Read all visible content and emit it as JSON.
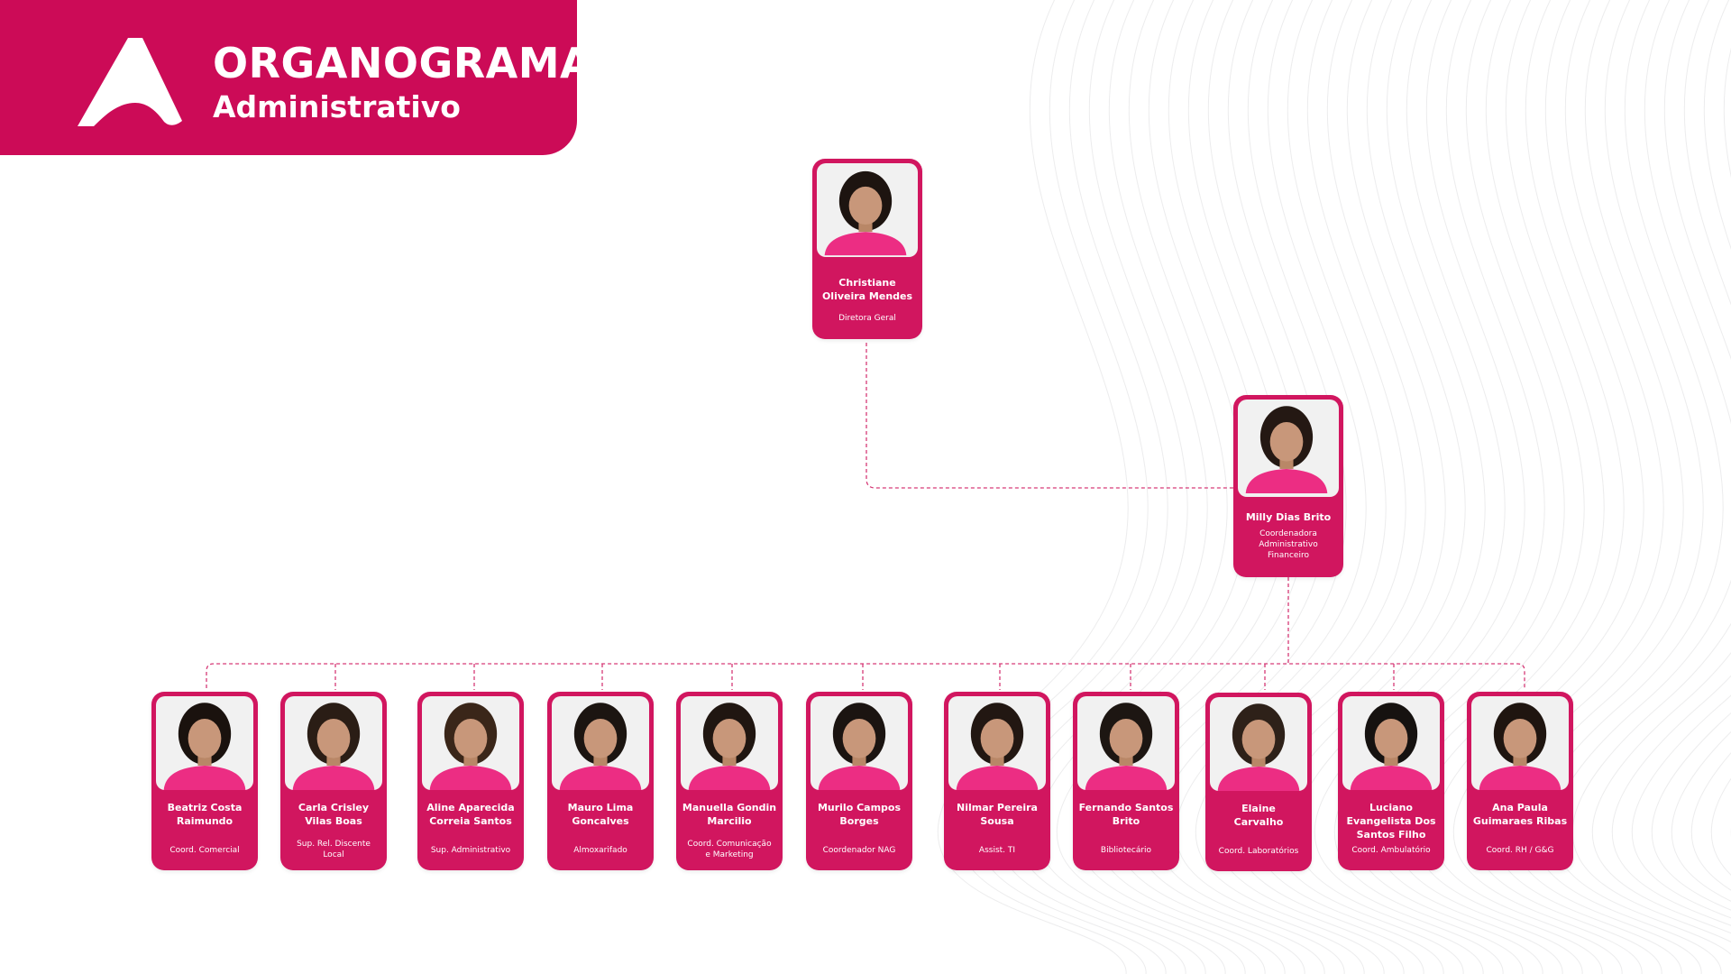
{
  "header": {
    "title": "ORGANOGRAMA",
    "subtitle": "Administrativo",
    "logo_icon": "stylized-a-logo-icon"
  },
  "colors": {
    "brand": "#cc0b57",
    "card": "#d1165f",
    "connector": "#d63a77",
    "shirt": "#ec2d83"
  },
  "director": {
    "name": "Christiane Oliveira Mendes",
    "role": "Diretora Geral"
  },
  "coordinator": {
    "name": "Milly Dias Brito",
    "role": "Coordenadora Administrativo Financeiro"
  },
  "staff": [
    {
      "name": "Beatriz Costa Raimundo",
      "role": "Coord. Comercial"
    },
    {
      "name": "Carla Crisley Vilas Boas",
      "role": "Sup. Rel. Discente Local"
    },
    {
      "name": "Aline Aparecida Correia Santos",
      "role": "Sup. Administrativo"
    },
    {
      "name": "Mauro Lima Goncalves",
      "role": "Almoxarifado"
    },
    {
      "name": "Manuella Gondin Marcilio",
      "role": "Coord. Comunicação e Marketing"
    },
    {
      "name": "Murilo Campos Borges",
      "role": "Coordenador NAG"
    },
    {
      "name": "Nilmar Pereira Sousa",
      "role": "Assist. TI"
    },
    {
      "name": "Fernando Santos Brito",
      "role": "Bibliotecário"
    },
    {
      "name": "Elaine Carvalho",
      "role": "Coord. Laboratórios"
    },
    {
      "name": "Luciano Evangelista Dos Santos Filho",
      "role": "Coord. Ambulatório"
    },
    {
      "name": "Ana Paula Guimaraes Ribas",
      "role": "Coord. RH / G&G"
    }
  ]
}
